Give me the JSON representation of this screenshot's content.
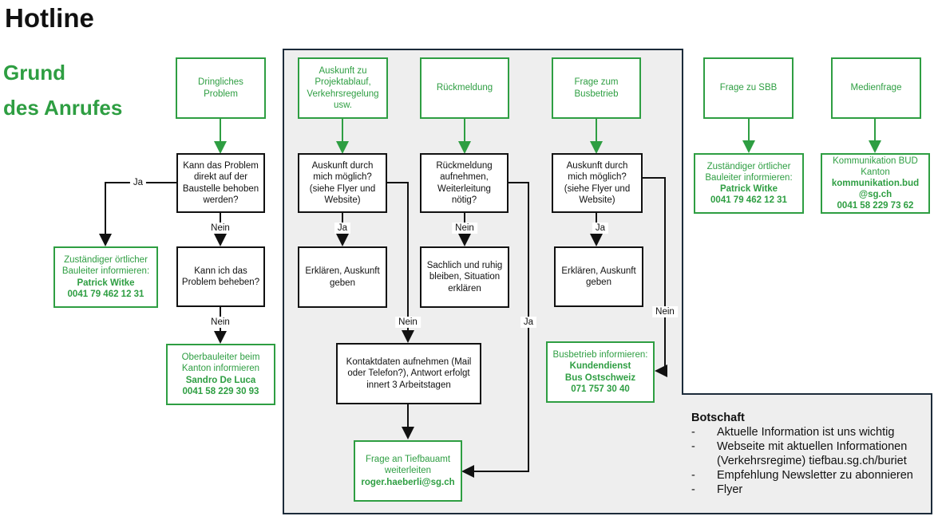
{
  "title": "Hotline",
  "reason": {
    "line1": "Grund",
    "line2": "des Anrufes"
  },
  "boxes": {
    "dringlich": "Dringliches Problem",
    "kann_baustelle": "Kann das Problem direkt auf der Baustelle behoben werden?",
    "bauleiter_left": {
      "text": "Zuständiger örtlicher Bauleiter informieren:",
      "name": "Patrick Witke",
      "phone": "0041 79 462 12 31"
    },
    "kann_ich": "Kann ich das Problem beheben?",
    "oberbauleiter": {
      "text": "Oberbauleiter beim Kanton informieren",
      "name": "Sandro De Luca",
      "phone": "0041 58 229 30 93"
    },
    "auskunft_projekt": "Auskunft zu Projektablauf, Verkehrsregelung usw.",
    "rueckmeldung": "Rückmeldung",
    "frage_bus": "Frage zum Busbetrieb",
    "auskunft_moeglich_1": "Auskunft durch mich möglich? (siehe Flyer und Website)",
    "rueck_aufnehmen": "Rückmeldung aufnehmen, Weiterleitung nötig?",
    "auskunft_moeglich_2": "Auskunft durch mich möglich? (siehe Flyer und Website)",
    "erklaeren_1": "Erklären, Auskunft geben",
    "sachlich": "Sachlich und ruhig bleiben, Situation erklären",
    "erklaeren_2": "Erklären, Auskunft geben",
    "kontaktdaten": "Kontaktdaten aufnehmen (Mail oder Telefon?), Antwort erfolgt innert 3 Arbeitstagen",
    "busbetrieb": {
      "text": "Busbetrieb informieren:",
      "name1": "Kundendienst",
      "name2": "Bus Ostschweiz",
      "phone": "071 757 30 40"
    },
    "tiefbauamt": {
      "text": "Frage an Tiefbauamt weiterleiten",
      "email": "roger.haeberli@sg.ch"
    },
    "frage_sbb": "Frage zu SBB",
    "medienfrage": "Medienfrage",
    "bauleiter_right": {
      "text": "Zuständiger örtlicher Bauleiter informieren:",
      "name": "Patrick Witke",
      "phone": "0041 79 462 12 31"
    },
    "kommunikation": {
      "text1": "Kommunikation BUD",
      "text2": "Kanton",
      "email1": "kommunikation.bud",
      "email2": "@sg.ch",
      "phone": "0041 58 229 73 62"
    }
  },
  "labels": {
    "ja": "Ja",
    "nein": "Nein"
  },
  "botschaft": {
    "heading": "Botschaft",
    "items": [
      "Aktuelle Information ist uns wichtig",
      "Webseite mit aktuellen Informationen (Verkehrsregime) tiefbau.sg.ch/buriet",
      "Empfehlung Newsletter zu abonnieren",
      "Flyer"
    ],
    "item2_line1": "Webseite mit aktuellen Informationen",
    "item2_line2": "(Verkehrsregime) tiefbau.sg.ch/buriet",
    "dash": "-"
  },
  "colors": {
    "green": "#2e9e42",
    "dark": "#111111",
    "panel": "#eeeeee",
    "panel_border": "#1c2b3a"
  }
}
